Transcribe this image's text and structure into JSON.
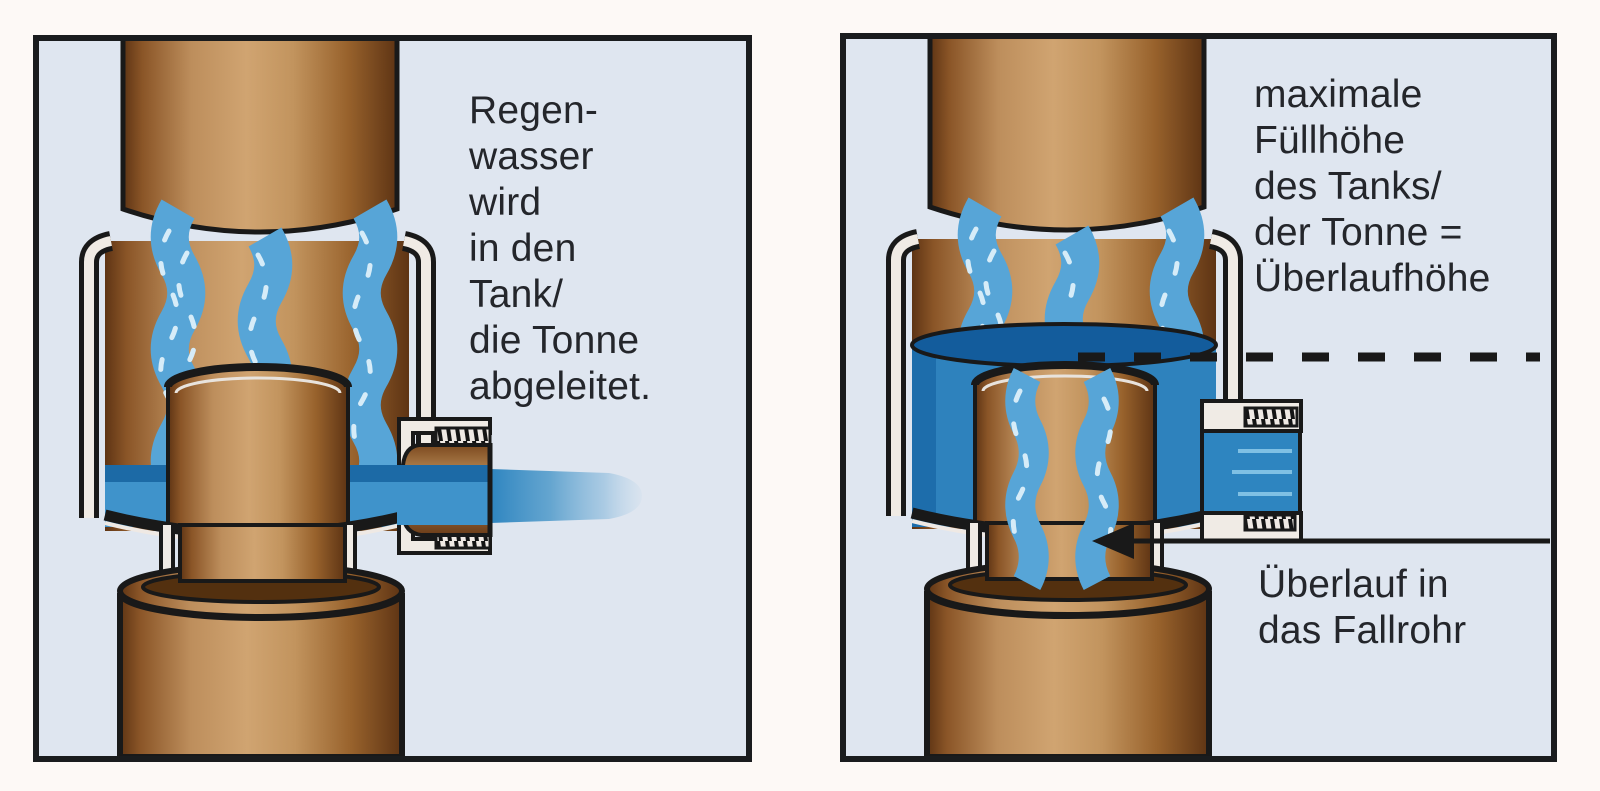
{
  "left_panel": {
    "caption": {
      "lines": [
        "Regen-",
        "wasser",
        "wird",
        "in den",
        "Tank/",
        "die Tonne",
        "abgeleitet."
      ]
    }
  },
  "right_panel": {
    "caption_top": {
      "lines": [
        "maximale",
        "Füllhöhe",
        "des Tanks/",
        "der Tonne =",
        "Überlaufhöhe"
      ]
    },
    "caption_bottom": {
      "lines": [
        "Überlauf in",
        "das Fallrohr"
      ]
    }
  },
  "colors": {
    "page_background": "#fdf9f6",
    "panel_background": "#dfe6f0",
    "outline_black": "#1a1c1e",
    "pipe_brown_light": "#d0a471",
    "pipe_brown_dark": "#5e3414",
    "stream_blue": "#57a5d7",
    "stream_highlight": "#d6ecf8",
    "pool_blue": "#3f93cb",
    "pool_dark_blue": "#1c6aa6",
    "fill_water_blue": "#2e82bd",
    "water_surface_dark": "#135c9c",
    "wall_white": "#f0ebe5"
  }
}
